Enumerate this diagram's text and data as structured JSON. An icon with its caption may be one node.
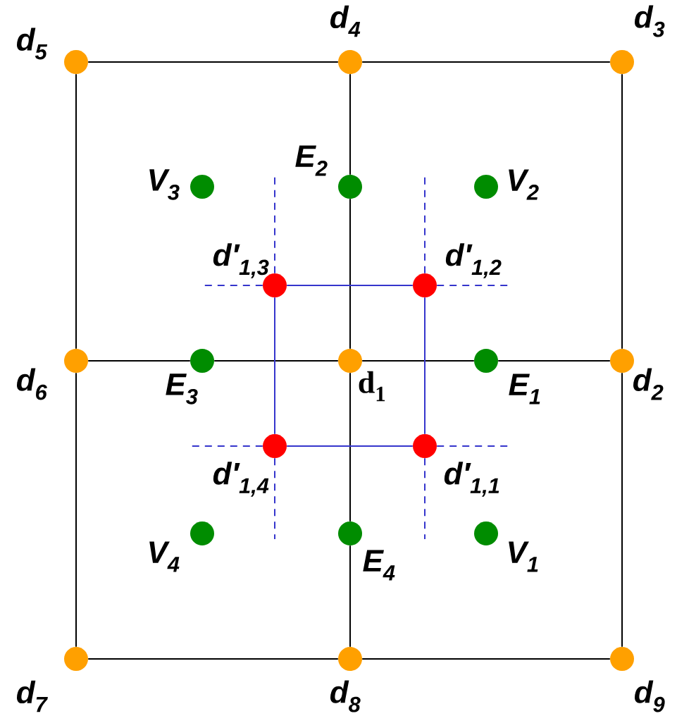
{
  "diagram": {
    "nodes": [
      {
        "text": [],
        "shape": "circle",
        "beside": [
          "d$_{5}$"
        ]
      },
      {
        "text": [],
        "shape": "circle",
        "beside": [
          "d$_{4}$"
        ]
      },
      {
        "text": [],
        "shape": "circle",
        "beside": [
          "d$_{3}$"
        ]
      },
      {
        "text": [],
        "shape": "circle",
        "beside": [
          "V$_{3}$"
        ]
      },
      {
        "text": [],
        "shape": "circle",
        "beside": [
          "E$_{2}$"
        ]
      },
      {
        "text": [],
        "shape": "circle",
        "beside": [
          "V$_{2}$"
        ]
      },
      {
        "text": [],
        "shape": "circle",
        "beside": [
          "d′$_{1,3}$"
        ]
      },
      {
        "text": [],
        "shape": "circle",
        "beside": [
          "d′$_{1,2}$"
        ]
      },
      {
        "text": [],
        "shape": "circle",
        "beside": [
          "d$_{6}$"
        ]
      },
      {
        "text": [],
        "shape": "circle",
        "beside": [
          "E$_{3}$"
        ]
      },
      {
        "text": [],
        "shape": "circle",
        "beside": [
          "d$_{1}$"
        ]
      },
      {
        "text": [],
        "shape": "circle",
        "beside": [
          "E$_{1}$"
        ]
      },
      {
        "text": [],
        "shape": "circle",
        "beside": [
          "d$_{2}$"
        ]
      },
      {
        "text": [],
        "shape": "circle",
        "beside": [
          "d′$_{1,4}$"
        ]
      },
      {
        "text": [],
        "shape": "circle",
        "beside": [
          "d′$_{1,1}$"
        ]
      },
      {
        "text": [],
        "shape": "circle",
        "beside": [
          "V$_{4}$"
        ]
      },
      {
        "text": [],
        "shape": "circle",
        "beside": [
          "E$_{4}$"
        ]
      },
      {
        "text": [],
        "shape": "circle",
        "beside": [
          "V$_{1}$"
        ]
      },
      {
        "text": [],
        "shape": "circle",
        "beside": [
          "d$_{7}$"
        ]
      },
      {
        "text": [],
        "shape": "circle",
        "beside": [
          "d$_{8}$"
        ]
      },
      {
        "text": [],
        "shape": "circle",
        "beside": [
          "d$_{9}$"
        ]
      }
    ],
    "edges": [
      {
        "from": 0,
        "to": 1,
        "arrow": "none"
      },
      {
        "from": 1,
        "to": 2,
        "arrow": "none"
      },
      {
        "from": 0,
        "to": 8,
        "arrow": "none"
      },
      {
        "from": 8,
        "to": 18,
        "arrow": "none"
      },
      {
        "from": 2,
        "to": 12,
        "arrow": "none"
      },
      {
        "from": 12,
        "to": 20,
        "arrow": "none"
      },
      {
        "from": 18,
        "to": 19,
        "arrow": "none"
      },
      {
        "from": 19,
        "to": 20,
        "arrow": "none"
      },
      {
        "from": 1,
        "to": 4,
        "arrow": "none"
      },
      {
        "from": 4,
        "to": 10,
        "arrow": "none"
      },
      {
        "from": 10,
        "to": 16,
        "arrow": "none"
      },
      {
        "from": 16,
        "to": 19,
        "arrow": "none"
      },
      {
        "from": 8,
        "to": 9,
        "arrow": "none"
      },
      {
        "from": 9,
        "to": 10,
        "arrow": "none"
      },
      {
        "from": 10,
        "to": 11,
        "arrow": "none"
      },
      {
        "from": 11,
        "to": 12,
        "arrow": "none"
      },
      {
        "from": 6,
        "to": 7,
        "arrow": "none",
        "color": "#3535cc"
      },
      {
        "from": 7,
        "to": 14,
        "arrow": "none",
        "color": "#3535cc"
      },
      {
        "from": 14,
        "to": 13,
        "arrow": "none",
        "color": "#3535cc"
      },
      {
        "from": 13,
        "to": 6,
        "arrow": "none",
        "color": "#3535cc"
      },
      {
        "from": 6,
        "to": null,
        "arrow": "none",
        "style": "dashed",
        "color": "#3535cc"
      },
      {
        "from": 6,
        "to": null,
        "arrow": "none",
        "style": "dashed",
        "color": "#3535cc"
      },
      {
        "from": 7,
        "to": null,
        "arrow": "none",
        "style": "dashed",
        "color": "#3535cc"
      },
      {
        "from": 7,
        "to": null,
        "arrow": "none",
        "style": "dashed",
        "color": "#3535cc"
      },
      {
        "from": 13,
        "to": null,
        "arrow": "none",
        "style": "dashed",
        "color": "#3535cc"
      },
      {
        "from": 13,
        "to": null,
        "arrow": "none",
        "style": "dashed",
        "color": "#3535cc"
      },
      {
        "from": 14,
        "to": null,
        "arrow": "none",
        "style": "dashed",
        "color": "#3535cc"
      },
      {
        "from": 14,
        "to": null,
        "arrow": "none",
        "style": "dashed",
        "color": "#3535cc"
      }
    ]
  }
}
